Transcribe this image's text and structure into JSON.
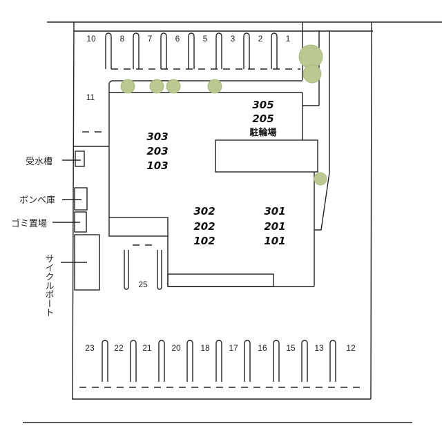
{
  "top_spaces": [
    "10",
    "8",
    "7",
    "6",
    "5",
    "3",
    "2",
    "1"
  ],
  "side_space": "11",
  "bottom_spaces": [
    "23",
    "22",
    "21",
    "20",
    "18",
    "17",
    "16",
    "15",
    "13",
    "12"
  ],
  "space_25": "25",
  "buildings": {
    "west": [
      "303",
      "203",
      "103"
    ],
    "north": [
      "305",
      "205",
      "駐輪場"
    ],
    "center": [
      "302",
      "202",
      "102"
    ],
    "east": [
      "301",
      "201",
      "101"
    ]
  },
  "facilities": {
    "water_tank": "受水槽",
    "gas_storage": "ボンベ庫",
    "garbage": "ゴミ置場",
    "cycle_port": "サイクルポート"
  },
  "colors": {
    "tree": "#b9c98f",
    "line": "#222222"
  }
}
